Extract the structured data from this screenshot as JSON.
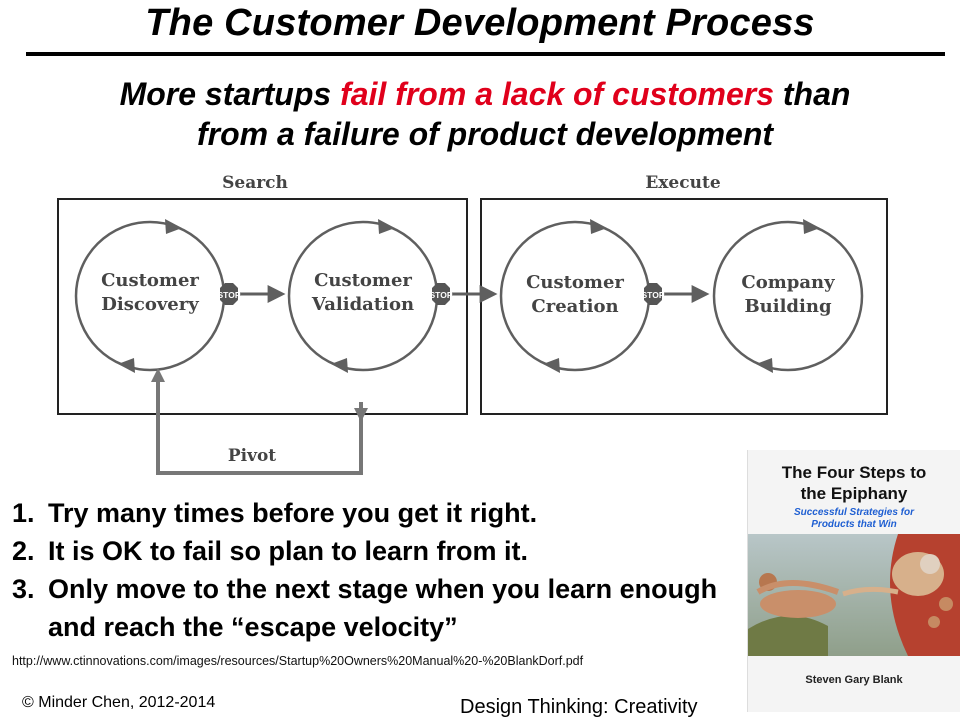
{
  "header": {
    "title": "The Customer Development Process",
    "subtitle_part1": "More startups ",
    "subtitle_highlight": "fail from a lack of customers",
    "subtitle_part2": " than",
    "subtitle_line2": "from a failure of product development"
  },
  "diagram": {
    "search_label": "Search",
    "execute_label": "Execute",
    "stages": [
      {
        "line1": "Customer",
        "line2": "Discovery"
      },
      {
        "line1": "Customer",
        "line2": "Validation"
      },
      {
        "line1": "Customer",
        "line2": "Creation"
      },
      {
        "line1": "Company",
        "line2": "Building"
      }
    ],
    "stop_label": "STOP",
    "pivot_label": "Pivot"
  },
  "steps": [
    {
      "num": "1.",
      "text": "Try many times before you get it right."
    },
    {
      "num": "2.",
      "text": "It is OK to fail so plan to learn from it."
    },
    {
      "num": "3.",
      "text": "Only move to the next stage when you learn enough and reach the “escape velocity”"
    }
  ],
  "source_url": "http://www.ctinnovations.com/images/resources/Startup%20Owners%20Manual%20-%20BlankDorf.pdf",
  "footer": {
    "copyright": "© Minder Chen,  2012-2014",
    "right": "Design Thinking: Creativity"
  },
  "book": {
    "title_line1": "The Four Steps to",
    "title_line2": "the Epiphany",
    "subtitle_line1": "Successful Strategies for",
    "subtitle_line2": "Products that Win",
    "author": "Steven Gary Blank"
  },
  "colors": {
    "highlight": "#e0001b",
    "diagram_gray": "#5f5f5f",
    "stop_fill": "#555555",
    "book_subtitle": "#1f5fd2"
  }
}
